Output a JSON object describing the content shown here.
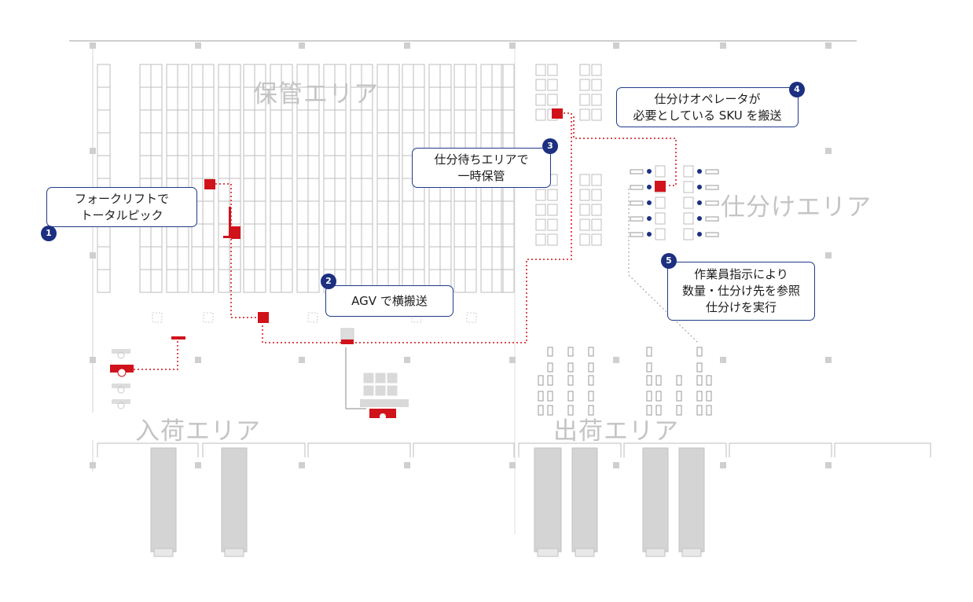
{
  "areas": {
    "storage": "保管エリア",
    "sorting": "仕分けエリア",
    "receiving": "入荷エリア",
    "shipping": "出荷エリア"
  },
  "steps": [
    {
      "number": "1",
      "lines": [
        "フォークリフトで",
        "トータルピック"
      ]
    },
    {
      "number": "2",
      "lines": [
        "AGV で横搬送"
      ]
    },
    {
      "number": "3",
      "lines": [
        "仕分待ちエリアで",
        "一時保管"
      ]
    },
    {
      "number": "4",
      "lines": [
        "仕分けオペレータが",
        "必要としている SKU を搬送"
      ]
    },
    {
      "number": "5",
      "lines": [
        "作業員指示により",
        "数量・仕分け先を参照",
        "仕分けを実行"
      ]
    }
  ],
  "colors": {
    "accent_red": "#d0121b",
    "badge_navy": "#1c2f80",
    "callout_border": "#1f3a8a",
    "line_gray": "#bdbdbd",
    "area_label_gray": "#c4c4c4"
  }
}
